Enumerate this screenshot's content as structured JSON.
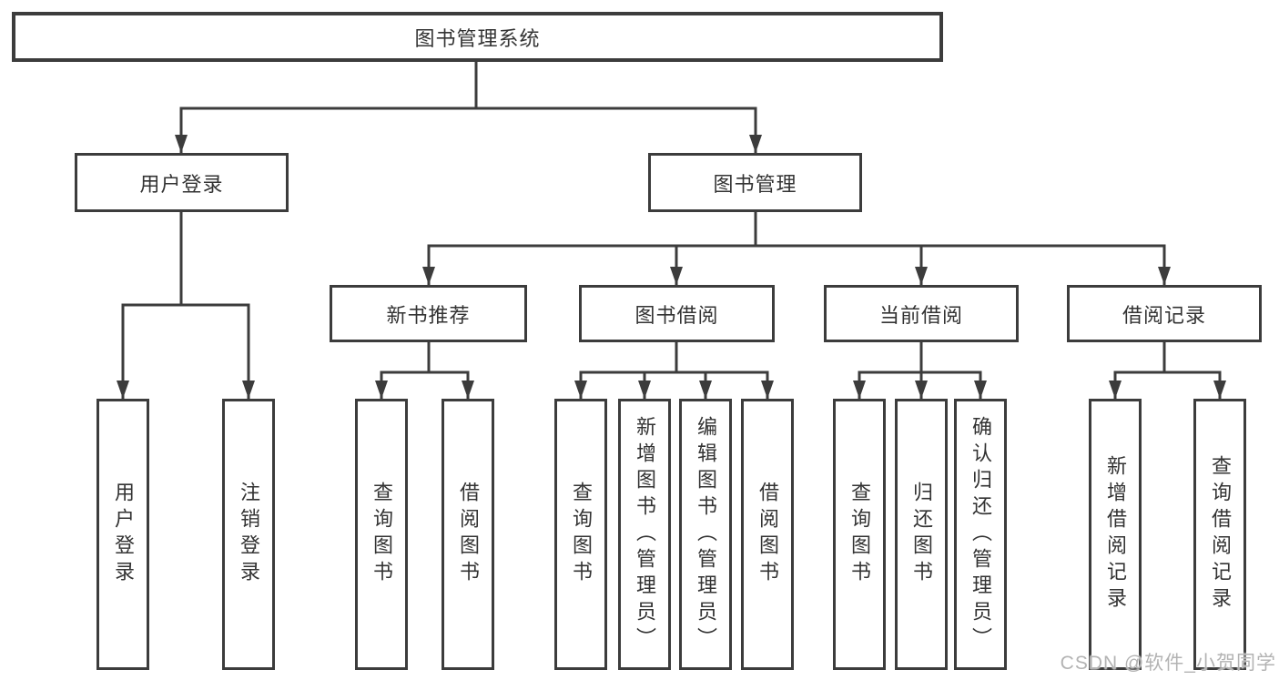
{
  "diagram": {
    "tree": {
      "root": {
        "label": "图书管理系统"
      },
      "branches": [
        {
          "label": "用户登录",
          "children": [
            {
              "label": "用户登录"
            },
            {
              "label": "注销登录"
            }
          ]
        },
        {
          "label": "图书管理",
          "children": [
            {
              "label": "新书推荐",
              "children": [
                {
                  "label": "查询图书"
                },
                {
                  "label": "借阅图书"
                }
              ]
            },
            {
              "label": "图书借阅",
              "children": [
                {
                  "label": "查询图书"
                },
                {
                  "label": "新增图书（管理员）"
                },
                {
                  "label": "编辑图书（管理员）"
                },
                {
                  "label": "借阅图书"
                }
              ]
            },
            {
              "label": "当前借阅",
              "children": [
                {
                  "label": "查询图书"
                },
                {
                  "label": "归还图书"
                },
                {
                  "label": "确认归还（管理员）"
                }
              ]
            },
            {
              "label": "借阅记录",
              "children": [
                {
                  "label": "新增借阅记录"
                },
                {
                  "label": "查询借阅记录"
                }
              ]
            }
          ]
        }
      ]
    },
    "colors": {
      "line": "#3c3c3c",
      "box_border": "#3c3c3c",
      "box_fill": "#ffffff",
      "text": "#333333",
      "watermark": "#b3b3b3"
    }
  },
  "watermark": {
    "text": "CSDN @软件_小贺同学"
  }
}
